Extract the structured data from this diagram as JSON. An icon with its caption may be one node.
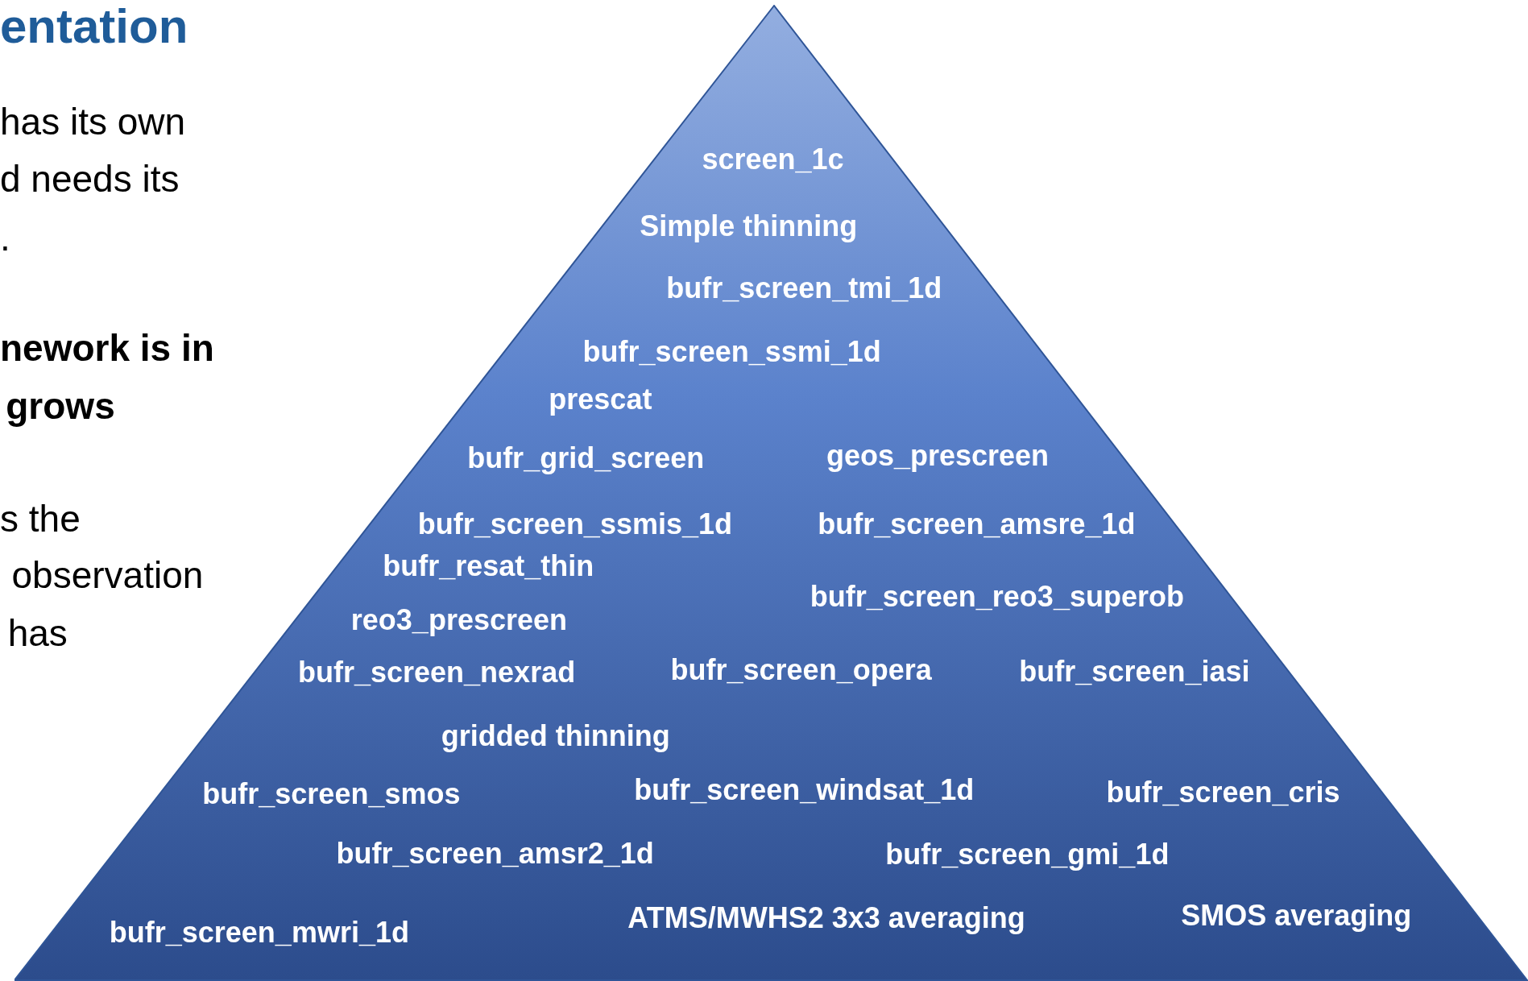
{
  "diagram": {
    "title": "entation",
    "nodes": [
      {
        "text": [
          "screen_1c",
          "Simple thinning",
          "bufr_screen_tmi_1d",
          "bufr_screen_ssmi_1d",
          "prescat",
          "bufr_grid_screen",
          "geos_prescreen",
          "bufr_screen_ssmis_1d",
          "bufr_screen_amsre_1d",
          "bufr_resat_thin",
          "bufr_screen_reo3_superob",
          "reo3_prescreen",
          "bufr_screen_nexrad",
          "bufr_screen_opera",
          "bufr_screen_iasi",
          "gridded thinning",
          "bufr_screen_smos",
          "bufr_screen_windsat_1d",
          "bufr_screen_cris",
          "bufr_screen_amsr2_1d",
          "bufr_screen_gmi_1d",
          "ATMS/MWHS2 3x3 averaging",
          "SMOS averaging",
          "bufr_screen_mwri_1d"
        ]
      }
    ],
    "labels": [
      "has its own",
      "d needs its",
      ".",
      "nework is in",
      "grows",
      "s the",
      "observation",
      "has"
    ]
  }
}
